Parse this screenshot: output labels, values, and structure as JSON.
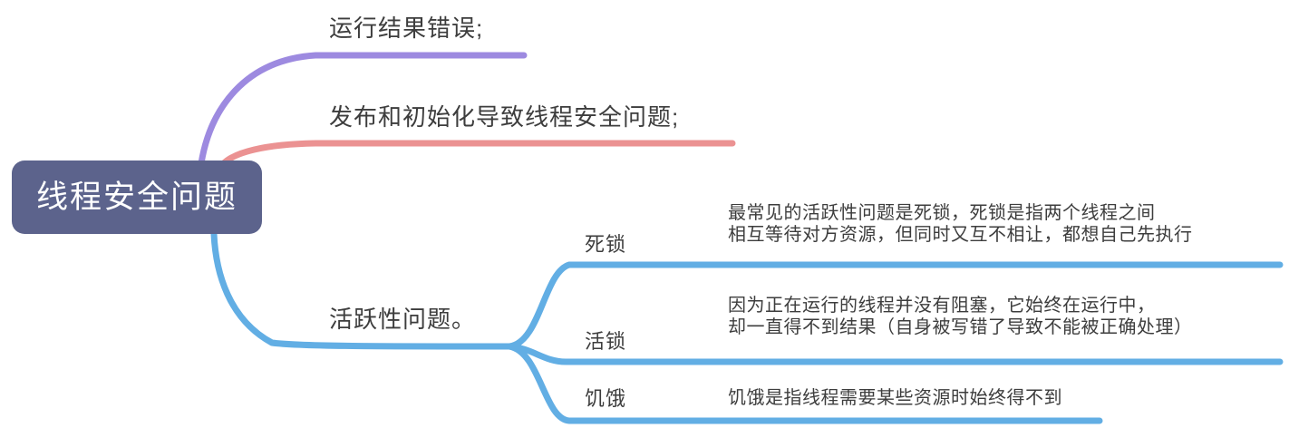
{
  "diagram": {
    "type": "mindmap",
    "title": "线程安全问题",
    "background": "#ffffff",
    "text_color": "#3d3d3d",
    "root": {
      "label": "线程安全问题",
      "fill": "#5c638c",
      "text_color": "#ffffff"
    },
    "branches": [
      {
        "id": "run-result-error",
        "label": "运行结果错误;",
        "color": "#9d8ae0"
      },
      {
        "id": "publish-init",
        "label": "发布和初始化导致线程安全问题;",
        "color": "#eb9292"
      },
      {
        "id": "liveness",
        "label": "活跃性问题。",
        "color": "#62aee4",
        "children": [
          {
            "id": "deadlock",
            "label": "死锁",
            "color": "#62aee4",
            "detail_line1": "最常见的活跃性问题是死锁，死锁是指两个线程之间",
            "detail_line2": "相互等待对方资源，但同时又互不相让，都想自己先执行"
          },
          {
            "id": "livelock",
            "label": "活锁",
            "color": "#62aee4",
            "detail_line1": "因为正在运行的线程并没有阻塞，它始终在运行中，",
            "detail_line2": "却一直得不到结果（自身被写错了导致不能被正确处理）"
          },
          {
            "id": "starvation",
            "label": "饥饿",
            "color": "#62aee4",
            "detail_line1": "饥饿是指线程需要某些资源时始终得不到",
            "detail_line2": ""
          }
        ]
      }
    ]
  }
}
